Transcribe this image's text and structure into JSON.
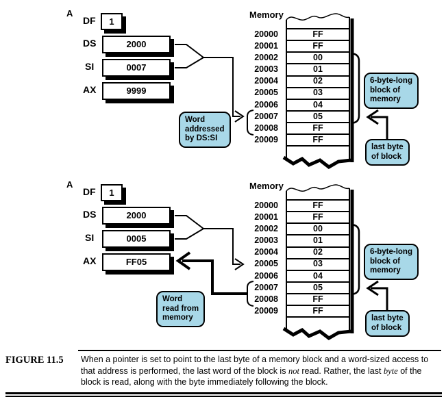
{
  "colors": {
    "callout_fill": "#a8d8e8",
    "line": "#000000",
    "background": "#ffffff"
  },
  "figure": {
    "label": "FIGURE 11.5",
    "caption_part1": "When a pointer is set to point to the last byte of a memory block and a word-sized access to that address is performed, the last word of the block is ",
    "caption_italic1": "not",
    "caption_part2": " read. Rather, the last ",
    "caption_italic2": "byte",
    "caption_part3": " of the block is read, along with the byte immediately following the block."
  },
  "diagram1": {
    "panel_label": "A",
    "df": {
      "label": "DF",
      "value": "1"
    },
    "ds": {
      "label": "DS",
      "value": "2000"
    },
    "si": {
      "label": "SI",
      "value": "0007"
    },
    "ax": {
      "label": "AX",
      "value": "9999"
    },
    "memory_label": "Memory",
    "memory_rows": [
      {
        "addr": "20000",
        "value": "FF"
      },
      {
        "addr": "20001",
        "value": "FF"
      },
      {
        "addr": "20002",
        "value": "00"
      },
      {
        "addr": "20003",
        "value": "01"
      },
      {
        "addr": "20004",
        "value": "02"
      },
      {
        "addr": "20005",
        "value": "03"
      },
      {
        "addr": "20006",
        "value": "04"
      },
      {
        "addr": "20007",
        "value": "05"
      },
      {
        "addr": "20008",
        "value": "FF"
      },
      {
        "addr": "20009",
        "value": "FF"
      }
    ],
    "callouts": {
      "word": {
        "lines": [
          "Word",
          "addressed",
          "by DS:SI"
        ]
      },
      "block": {
        "lines": [
          "6-byte-long",
          "block of",
          "memory"
        ]
      },
      "lastbyte": {
        "lines": [
          "last byte",
          "of block"
        ]
      }
    }
  },
  "diagram2": {
    "panel_label": "A",
    "df": {
      "label": "DF",
      "value": "1"
    },
    "ds": {
      "label": "DS",
      "value": "2000"
    },
    "si": {
      "label": "SI",
      "value": "0005"
    },
    "ax": {
      "label": "AX",
      "value": "FF05"
    },
    "memory_label": "Memory",
    "memory_rows": [
      {
        "addr": "20000",
        "value": "FF"
      },
      {
        "addr": "20001",
        "value": "FF"
      },
      {
        "addr": "20002",
        "value": "00"
      },
      {
        "addr": "20003",
        "value": "01"
      },
      {
        "addr": "20004",
        "value": "02"
      },
      {
        "addr": "20005",
        "value": "03"
      },
      {
        "addr": "20006",
        "value": "04"
      },
      {
        "addr": "20007",
        "value": "05"
      },
      {
        "addr": "20008",
        "value": "FF"
      },
      {
        "addr": "20009",
        "value": "FF"
      }
    ],
    "callouts": {
      "word": {
        "lines": [
          "Word",
          "read from",
          "memory"
        ]
      },
      "block": {
        "lines": [
          "6-byte-long",
          "block of",
          "memory"
        ]
      },
      "lastbyte": {
        "lines": [
          "last byte",
          "of block"
        ]
      }
    }
  }
}
